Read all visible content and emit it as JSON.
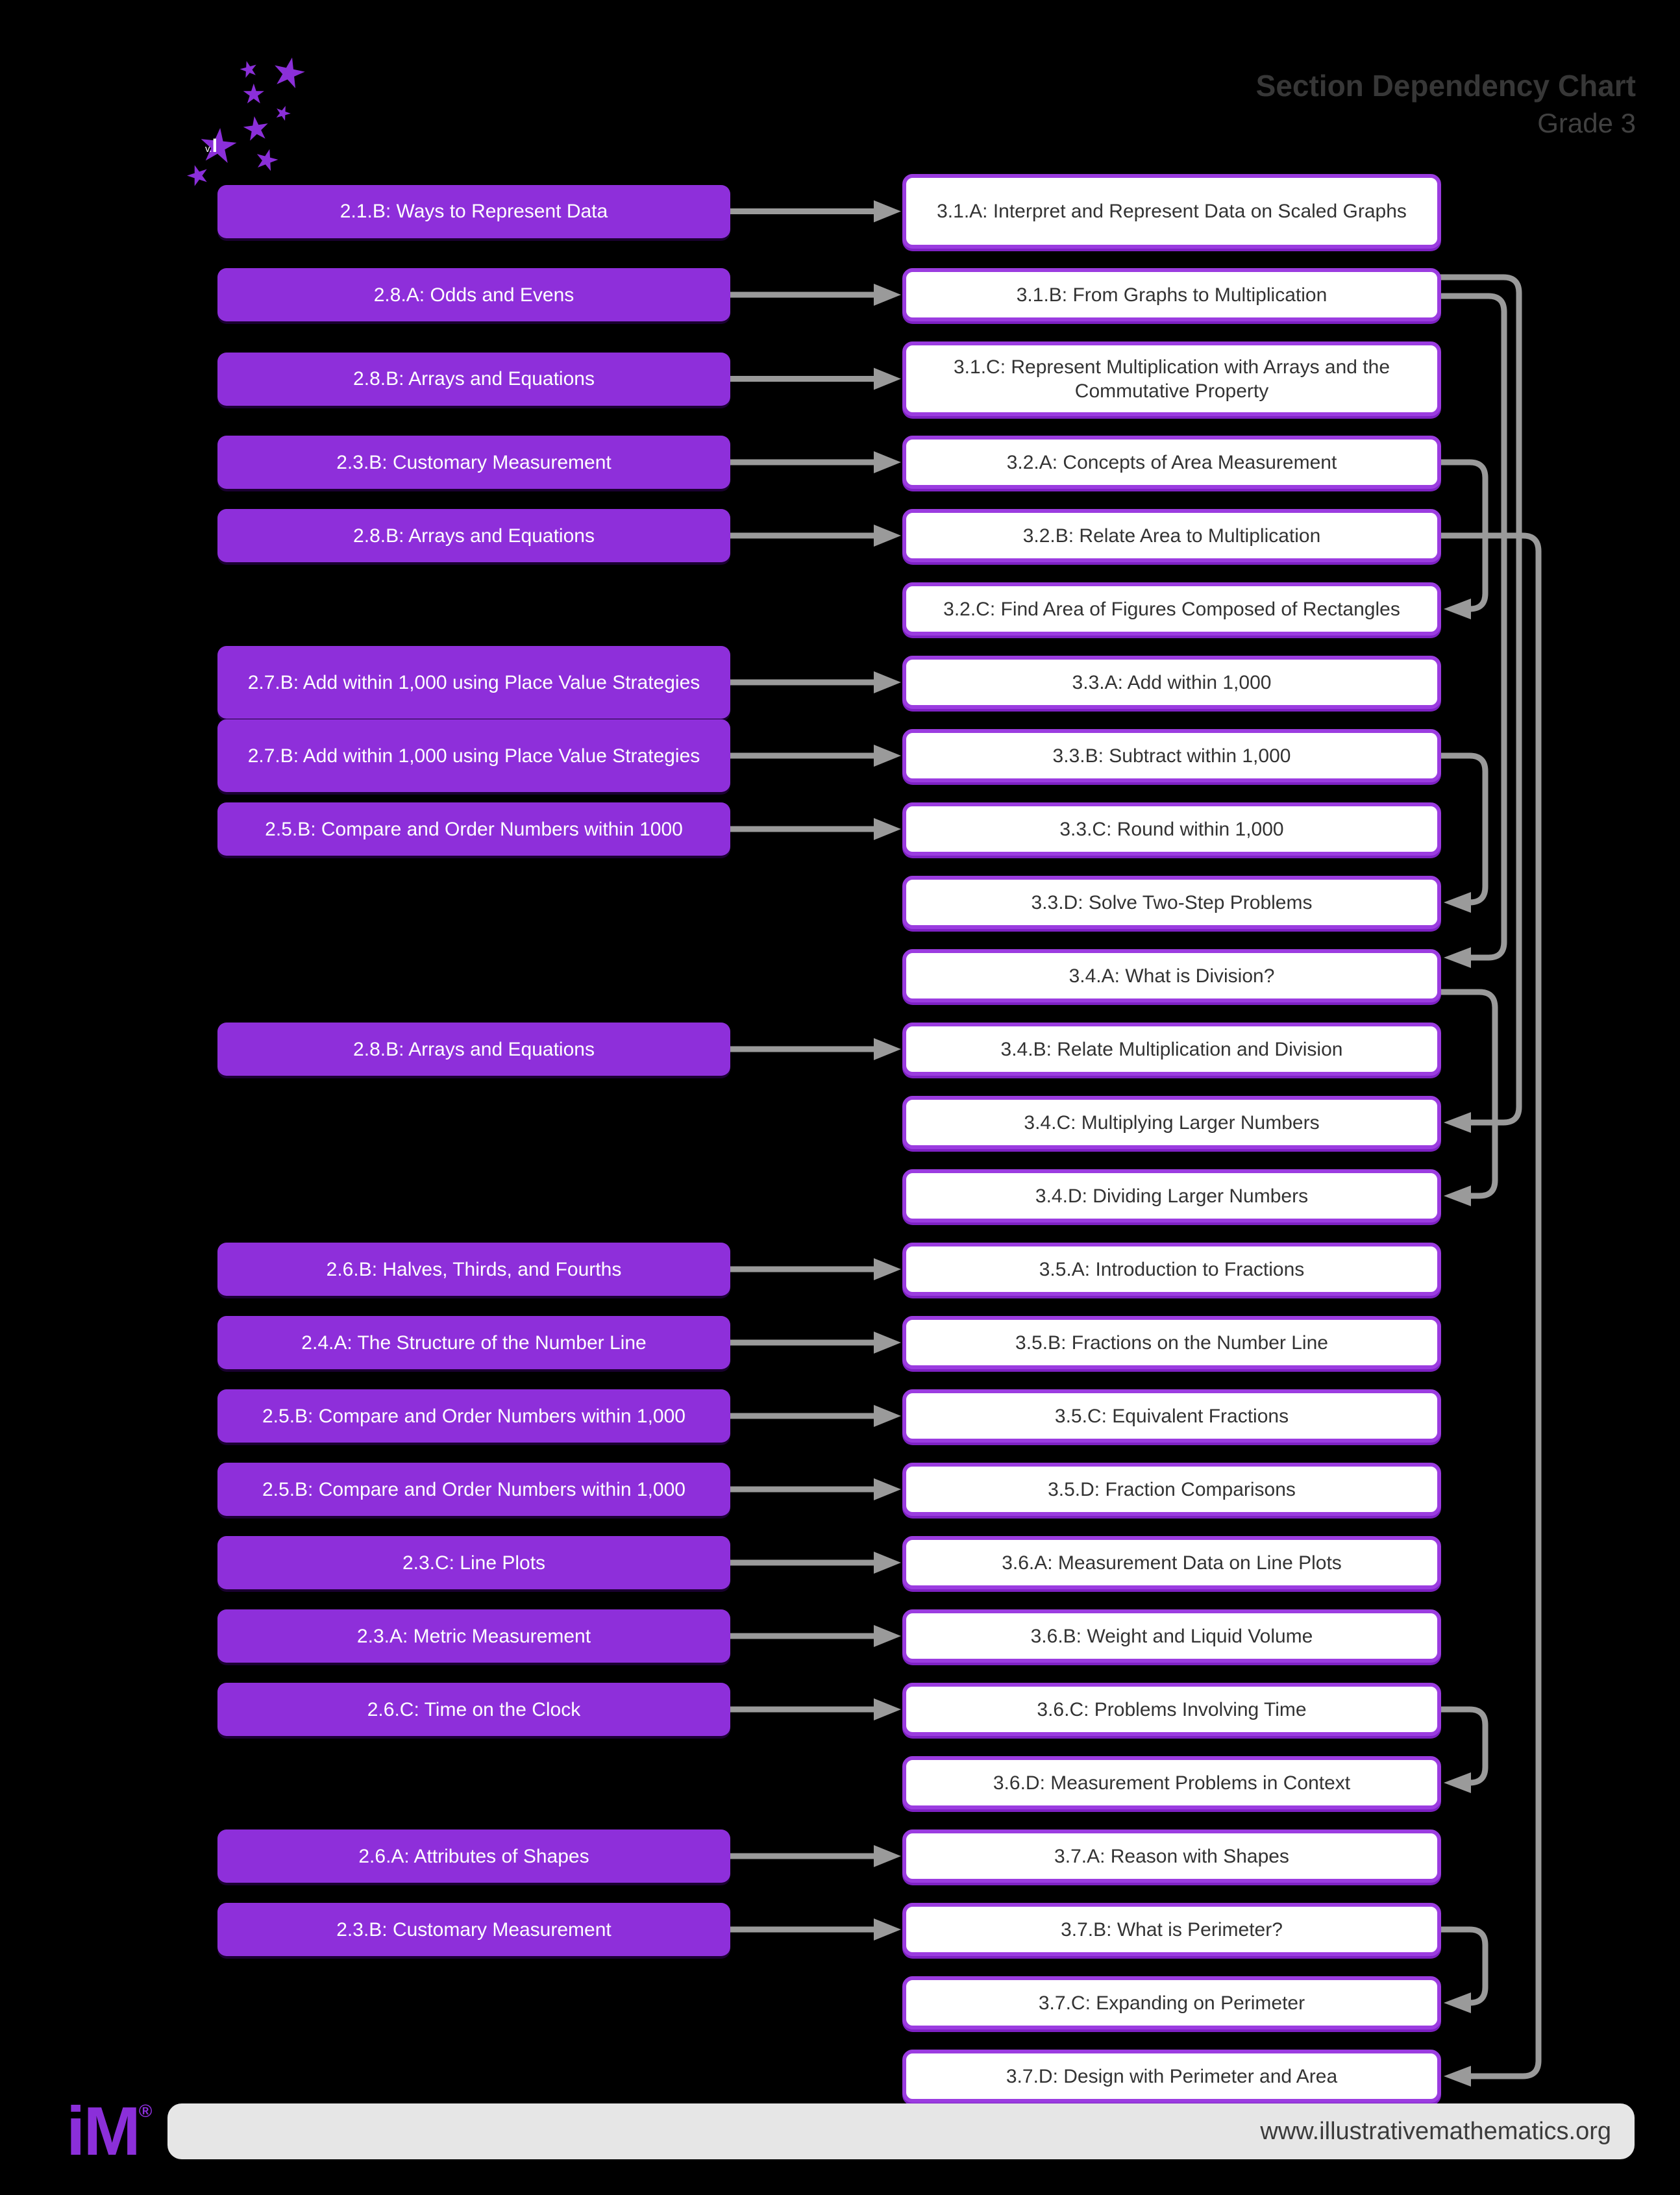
{
  "header": {
    "title": "Section Dependency Chart",
    "subtitle": "Grade 3",
    "logo": {
      "version_prefix": "v.",
      "version_letter": "I"
    }
  },
  "footer": {
    "url": "www.illustrativemathematics.org",
    "logo_text": "iM",
    "registered_mark": "®"
  },
  "colors": {
    "background": "#000000",
    "purple_box": "#8E2FDA",
    "white_box_border": "#9B3CE0",
    "box_text_dark": "#333333",
    "box_text_light": "#FFFFFF",
    "arrow_gray": "#9A9A9A",
    "title_text": "#373737",
    "subtitle_text": "#414141",
    "footer_bar": "#E6E6E6",
    "footer_text": "#3B3B3B",
    "logo_purple": "#8B2FD9"
  },
  "rows": [
    {
      "left": {
        "label": "2.1.B: Ways to Represent Data"
      },
      "left_tall": false,
      "right": {
        "id": "3.1.A",
        "label": "3.1.A: Interpret and Represent Data on Scaled Graphs"
      },
      "right_tall": true
    },
    {
      "left": {
        "label": "2.8.A: Odds and Evens"
      },
      "left_tall": false,
      "right": {
        "id": "3.1.B",
        "label": "3.1.B: From Graphs to Multiplication"
      },
      "right_tall": false
    },
    {
      "left": {
        "label": "2.8.B: Arrays and Equations"
      },
      "left_tall": false,
      "right": {
        "id": "3.1.C",
        "label": "3.1.C: Represent Multiplication with Arrays and the Commutative Property"
      },
      "right_tall": true
    },
    {
      "left": {
        "label": "2.3.B: Customary Measurement"
      },
      "left_tall": false,
      "right": {
        "id": "3.2.A",
        "label": "3.2.A: Concepts of Area Measurement"
      },
      "right_tall": false
    },
    {
      "left": {
        "label": "2.8.B: Arrays and Equations"
      },
      "left_tall": false,
      "right": {
        "id": "3.2.B",
        "label": "3.2.B: Relate Area to Multiplication"
      },
      "right_tall": false
    },
    {
      "left": null,
      "left_tall": false,
      "right": {
        "id": "3.2.C",
        "label": "3.2.C: Find Area of Figures Composed of Rectangles"
      },
      "right_tall": false
    },
    {
      "left": {
        "label": "2.7.B: Add within 1,000 using Place Value Strategies"
      },
      "left_tall": true,
      "right": {
        "id": "3.3.A",
        "label": "3.3.A: Add within 1,000"
      },
      "right_tall": false
    },
    {
      "left": {
        "label": "2.7.B: Add within 1,000 using Place Value Strategies"
      },
      "left_tall": true,
      "right": {
        "id": "3.3.B",
        "label": "3.3.B: Subtract within 1,000"
      },
      "right_tall": false
    },
    {
      "left": {
        "label": "2.5.B: Compare and Order Numbers within 1000"
      },
      "left_tall": false,
      "right": {
        "id": "3.3.C",
        "label": "3.3.C: Round within 1,000"
      },
      "right_tall": false
    },
    {
      "left": null,
      "left_tall": false,
      "right": {
        "id": "3.3.D",
        "label": "3.3.D: Solve Two-Step Problems"
      },
      "right_tall": false
    },
    {
      "left": null,
      "left_tall": false,
      "right": {
        "id": "3.4.A",
        "label": "3.4.A: What is Division?"
      },
      "right_tall": false
    },
    {
      "left": {
        "label": "2.8.B: Arrays and Equations"
      },
      "left_tall": false,
      "right": {
        "id": "3.4.B",
        "label": "3.4.B: Relate Multiplication and Division"
      },
      "right_tall": false
    },
    {
      "left": null,
      "left_tall": false,
      "right": {
        "id": "3.4.C",
        "label": "3.4.C: Multiplying Larger Numbers"
      },
      "right_tall": false
    },
    {
      "left": null,
      "left_tall": false,
      "right": {
        "id": "3.4.D",
        "label": "3.4.D: Dividing Larger Numbers"
      },
      "right_tall": false
    },
    {
      "left": {
        "label": "2.6.B: Halves, Thirds, and Fourths"
      },
      "left_tall": false,
      "right": {
        "id": "3.5.A",
        "label": "3.5.A: Introduction to Fractions"
      },
      "right_tall": false
    },
    {
      "left": {
        "label": "2.4.A: The Structure of the Number Line"
      },
      "left_tall": false,
      "right": {
        "id": "3.5.B",
        "label": "3.5.B: Fractions on the Number Line"
      },
      "right_tall": false
    },
    {
      "left": {
        "label": "2.5.B: Compare and Order Numbers within 1,000"
      },
      "left_tall": false,
      "right": {
        "id": "3.5.C",
        "label": "3.5.C: Equivalent Fractions"
      },
      "right_tall": false
    },
    {
      "left": {
        "label": "2.5.B: Compare and Order Numbers within 1,000"
      },
      "left_tall": false,
      "right": {
        "id": "3.5.D",
        "label": "3.5.D: Fraction Comparisons"
      },
      "right_tall": false
    },
    {
      "left": {
        "label": "2.3.C: Line Plots"
      },
      "left_tall": false,
      "right": {
        "id": "3.6.A",
        "label": "3.6.A: Measurement Data on Line Plots"
      },
      "right_tall": false
    },
    {
      "left": {
        "label": "2.3.A: Metric Measurement"
      },
      "left_tall": false,
      "right": {
        "id": "3.6.B",
        "label": "3.6.B: Weight and Liquid Volume"
      },
      "right_tall": false
    },
    {
      "left": {
        "label": "2.6.C: Time on the Clock"
      },
      "left_tall": false,
      "right": {
        "id": "3.6.C",
        "label": "3.6.C: Problems Involving Time"
      },
      "right_tall": false
    },
    {
      "left": null,
      "left_tall": false,
      "right": {
        "id": "3.6.D",
        "label": "3.6.D: Measurement Problems in Context"
      },
      "right_tall": false
    },
    {
      "left": {
        "label": "2.6.A: Attributes of Shapes"
      },
      "left_tall": false,
      "right": {
        "id": "3.7.A",
        "label": "3.7.A: Reason with Shapes"
      },
      "right_tall": false
    },
    {
      "left": {
        "label": "2.3.B: Customary Measurement"
      },
      "left_tall": false,
      "right": {
        "id": "3.7.B",
        "label": "3.7.B: What is Perimeter?"
      },
      "right_tall": false
    },
    {
      "left": null,
      "left_tall": false,
      "right": {
        "id": "3.7.C",
        "label": "3.7.C: Expanding on Perimeter"
      },
      "right_tall": false
    },
    {
      "left": null,
      "left_tall": false,
      "right": {
        "id": "3.7.D",
        "label": "3.7.D: Design with Perimeter and Area"
      },
      "right_tall": false
    }
  ],
  "connections": [
    {
      "from": "3.2.A",
      "to": "3.2.C",
      "lane": 0,
      "exit_dy": 0,
      "entry_dy": 0
    },
    {
      "from": "3.3.B",
      "to": "3.3.D",
      "lane": 0,
      "exit_dy": 0,
      "entry_dy": 0
    },
    {
      "from": "3.6.C",
      "to": "3.6.D",
      "lane": 0,
      "exit_dy": 0,
      "entry_dy": 0
    },
    {
      "from": "3.7.B",
      "to": "3.7.C",
      "lane": 0,
      "exit_dy": 0,
      "entry_dy": 0
    },
    {
      "from": "3.4.A",
      "to": "3.4.D",
      "lane": 1,
      "exit_dy": 25,
      "entry_dy": 0
    },
    {
      "from": "3.1.B",
      "to": "3.4.A",
      "lane": 2,
      "exit_dy": 2,
      "entry_dy": -28
    },
    {
      "from": "3.1.B",
      "to": "3.4.C",
      "lane": 3,
      "exit_dy": -27,
      "entry_dy": 0
    },
    {
      "from": "3.2.B",
      "to": "3.7.D",
      "lane": 4,
      "exit_dy": 0,
      "entry_dy": 0
    }
  ]
}
